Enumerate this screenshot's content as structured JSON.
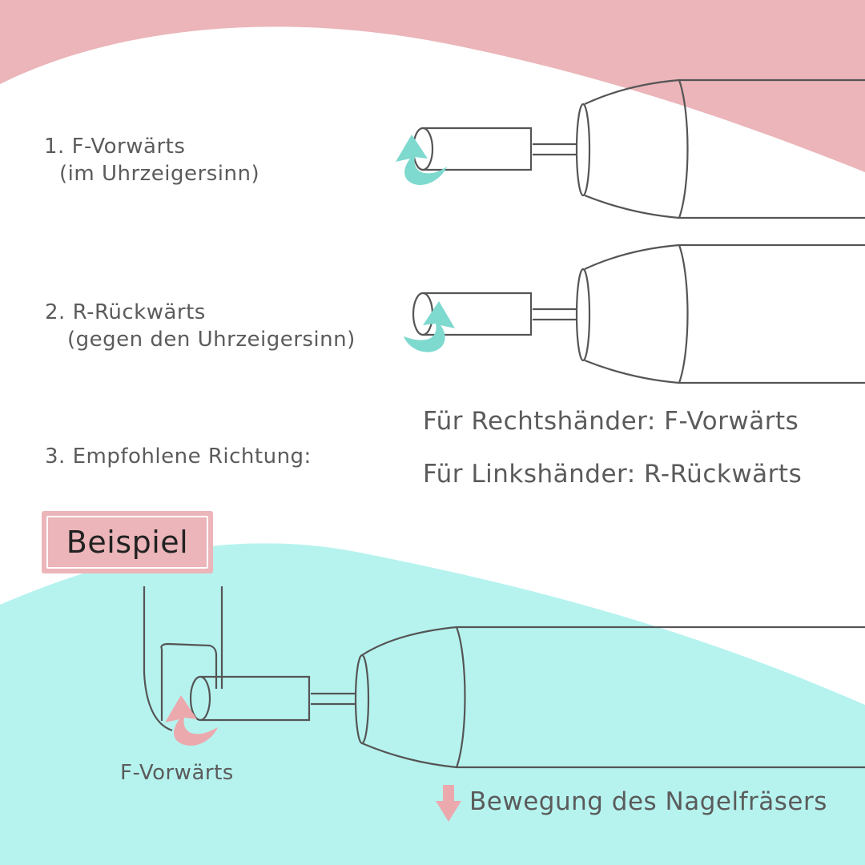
{
  "colors": {
    "pink": "#ebb5b9",
    "mint": "#b6f3ef",
    "teal_arrow": "#7ed9cf",
    "pink_arrow": "#eba9ae",
    "line": "#555555",
    "text": "#5b5b5b"
  },
  "steps": [
    {
      "title": "1. F-Vorwärts",
      "subtitle": "(im Uhrzeigersinn)",
      "arrow_icon": "clockwise-arrow"
    },
    {
      "title": "2. R-Rückwärts",
      "subtitle": "(gegen den Uhrzeigersinn)",
      "arrow_icon": "counterclockwise-arrow"
    },
    {
      "title": "3. Empfohlene Richtung:"
    }
  ],
  "recommendations": {
    "right_handed": "Für Rechtshänder: F-Vorwärts",
    "left_handed": "Für Linkshänder: R-Rückwärts"
  },
  "example": {
    "badge": "Beispiel",
    "rotation_label": "F-Vorwärts",
    "movement_label": "Bewegung des Nagelfräsers",
    "movement_icon": "down-arrow"
  }
}
